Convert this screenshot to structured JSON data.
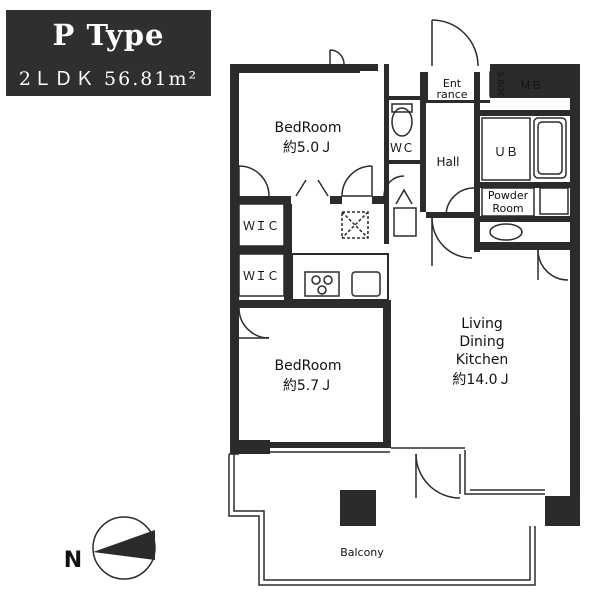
{
  "header": {
    "type_label": "P Type",
    "spec_label": "2ＬＤＫ 56.81m²"
  },
  "rooms": {
    "bedroom1": {
      "name": "BedRoom",
      "size": "約5.0Ｊ"
    },
    "bedroom2": {
      "name": "BedRoom",
      "size": "約5.7Ｊ"
    },
    "living": {
      "line1": "Living",
      "line2": "Dining",
      "line3": "Kitchen",
      "size": "約14.0Ｊ"
    },
    "wc": "ＷＣ",
    "hall": "Hall",
    "ub": "ＵＢ",
    "powder1": "Powder",
    "powder2": "Room",
    "wic1": "ＷＩＣ",
    "wic2": "ＷＩＣ",
    "entrance1": "Ent",
    "entrance2": "rance",
    "sbox": "S.BOX",
    "mb": "ＭＢ",
    "balcony": "Balcony"
  },
  "compass": {
    "label": "N"
  }
}
